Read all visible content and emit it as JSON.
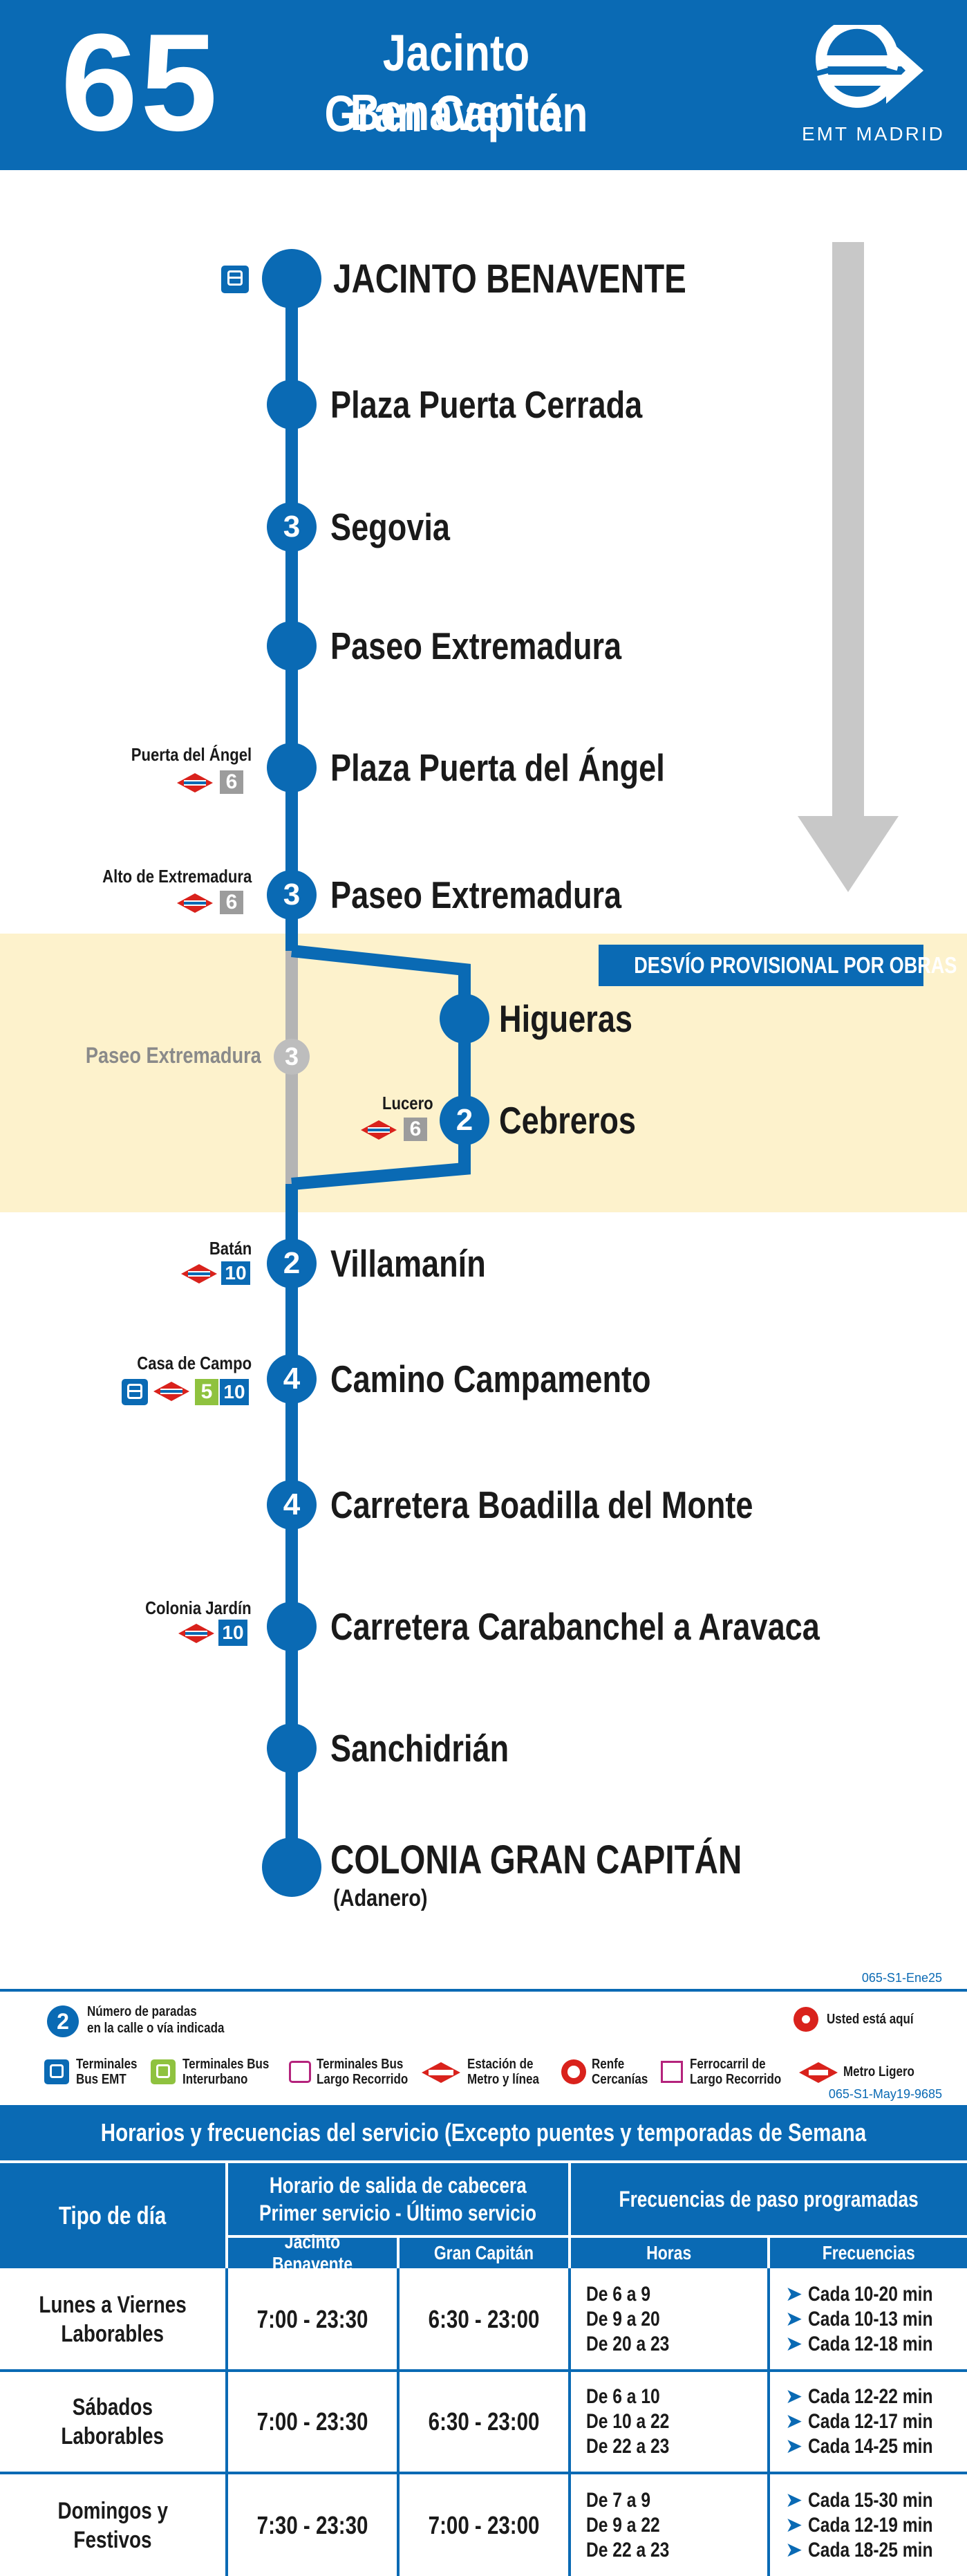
{
  "header": {
    "line_number": "65",
    "origin": "Jacinto Benavente",
    "destination": "Gran Capitán",
    "logo_text": "EMT MADRID"
  },
  "detour_label": "DESVÍO PROVISIONAL POR OBRAS",
  "stops": [
    {
      "name": "JACINTO BENAVENTE",
      "count": ""
    },
    {
      "name": "Plaza Puerta Cerrada",
      "count": ""
    },
    {
      "name": "Segovia",
      "count": "3"
    },
    {
      "name": "Paseo Extremadura",
      "count": ""
    },
    {
      "name": "Plaza Puerta del Ángel",
      "count": ""
    },
    {
      "name": "Paseo Extremadura",
      "count": "3"
    },
    {
      "name": "Higueras",
      "count": ""
    },
    {
      "name": "Cebreros",
      "count": "2"
    },
    {
      "name": "Villamanín",
      "count": "2"
    },
    {
      "name": "Camino Campamento",
      "count": "4"
    },
    {
      "name": "Carretera Boadilla del Monte",
      "count": "4"
    },
    {
      "name": "Carretera Carabanchel a Aravaca",
      "count": ""
    },
    {
      "name": "Sanchidrián",
      "count": ""
    },
    {
      "name": "COLONIA GRAN CAPITÁN",
      "count": "",
      "sub": "(Adanero)"
    }
  ],
  "skipped_stop": {
    "name": "Paseo Extremadura",
    "count": "3"
  },
  "stations": [
    {
      "name": "Puerta del Ángel",
      "line": "6"
    },
    {
      "name": "Alto de Extremadura",
      "line": "6"
    },
    {
      "name": "Lucero",
      "line": "6"
    },
    {
      "name": "Batán",
      "line": "10"
    },
    {
      "name": "Casa de Campo",
      "lines": [
        "5",
        "10"
      ]
    },
    {
      "name": "Colonia Jardín",
      "line": "10"
    }
  ],
  "colors": {
    "emt_blue": "#0a6ab4",
    "detour_band": "#fdf2cc",
    "metro_red": "#d9221c",
    "line6_gray": "#9c9c9c",
    "line5_green": "#8fc23f",
    "arrow_gray": "#c8c8c8"
  },
  "map_code": "065-S1-Ene25",
  "legend": {
    "stop_count": "2",
    "stop_count_text1": "Número de paradas",
    "stop_count_text2": "en la calle o vía indicada",
    "you_are_here": "Usted está aquí",
    "items": [
      {
        "icon": "bus-emt-icon",
        "line1": "Terminales",
        "line2": "Bus EMT"
      },
      {
        "icon": "bus-interurban-icon",
        "line1": "Terminales Bus",
        "line2": "Interurbano"
      },
      {
        "icon": "bus-long-distance-icon",
        "line1": "Terminales Bus",
        "line2": "Largo Recorrido"
      },
      {
        "icon": "metro-icon",
        "line1": "Estación de",
        "line2": "Metro y línea"
      },
      {
        "icon": "renfe-icon",
        "line1": "Renfe",
        "line2": "Cercanías"
      },
      {
        "icon": "train-long-distance-icon",
        "line1": "Ferrocarril de",
        "line2": "Largo Recorrido"
      },
      {
        "icon": "light-rail-icon",
        "line1": "Metro Ligero",
        "line2": ""
      }
    ]
  },
  "schedule": {
    "code": "065-S1-May19-9685",
    "title": "Horarios y frecuencias del servicio (Excepto puentes y temporadas de Semana Santa y Verano)",
    "col_day_type": "Tipo de día",
    "col_departure_1": "Horario de salida de cabecera",
    "col_departure_2": "Primer servicio - Último servicio",
    "col_origin": "Jacinto Benavente",
    "col_destination": "Gran Capitán",
    "col_frequencies": "Frecuencias de paso programadas",
    "col_hours": "Horas",
    "col_freq": "Frecuencias",
    "rows": [
      {
        "day_1": "Lunes a Viernes",
        "day_2": "Laborables",
        "origin": "7:00 - 23:30",
        "destination": "6:30 - 23:00",
        "hours": [
          "De 6 a 9",
          "De 9 a 20",
          "De 20 a 23"
        ],
        "freqs": [
          "Cada 10-20 min",
          "Cada  10-13 min",
          "Cada 12-18 min"
        ]
      },
      {
        "day_1": "Sábados",
        "day_2": "Laborables",
        "origin": "7:00 - 23:30",
        "destination": "6:30 - 23:00",
        "hours": [
          "De 6 a 10",
          "De 10 a 22",
          "De 22 a 23"
        ],
        "freqs": [
          "Cada 12-22 min",
          "Cada 12-17 min",
          "Cada 14-25 min"
        ]
      },
      {
        "day_1": "Domingos y",
        "day_2": "Festivos",
        "origin": "7:30 - 23:30",
        "destination": "7:00 - 23:00",
        "hours": [
          "De 7 a 9",
          "De 9 a 22",
          "De 22 a 23"
        ],
        "freqs": [
          "Cada 15-30 min",
          "Cada 12-19 min",
          "Cada 18-25 min"
        ]
      }
    ]
  }
}
